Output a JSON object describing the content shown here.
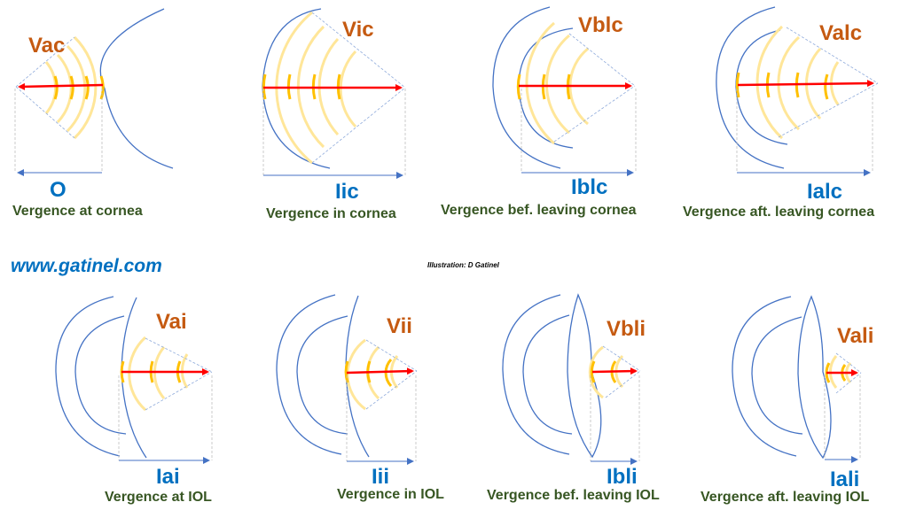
{
  "website": "www.gatinel.com",
  "credit": "Illustration:  D Gatinel",
  "colors": {
    "vergence_label": "#c55a11",
    "distance_label": "#0070c0",
    "caption": "#375623",
    "surface": "#4472c4",
    "wavefront_light": "#ffe699",
    "wavefront_core": "#ffc000",
    "ray": "#ff0000",
    "guide": "#a6a6a6"
  },
  "panels": [
    {
      "id": "vac",
      "vergence": "Vac",
      "distance": "O",
      "caption": "Vergence at cornea"
    },
    {
      "id": "vic",
      "vergence": "Vic",
      "distance": "Iic",
      "caption": "Vergence in cornea"
    },
    {
      "id": "vblc",
      "vergence": "Vblc",
      "distance": "Iblc",
      "caption": "Vergence bef. leaving cornea"
    },
    {
      "id": "valc",
      "vergence": "Valc",
      "distance": "Ialc",
      "caption": "Vergence aft. leaving cornea"
    },
    {
      "id": "vai",
      "vergence": "Vai",
      "distance": "Iai",
      "caption": "Vergence  at IOL"
    },
    {
      "id": "vii",
      "vergence": "Vii",
      "distance": "Iii",
      "caption": "Vergence  in IOL"
    },
    {
      "id": "vbli",
      "vergence": "Vbli",
      "distance": "Ibli",
      "caption": "Vergence bef. leaving IOL"
    },
    {
      "id": "vali",
      "vergence": "Vali",
      "distance": "Iali",
      "caption": "Vergence  aft. leaving IOL"
    }
  ]
}
